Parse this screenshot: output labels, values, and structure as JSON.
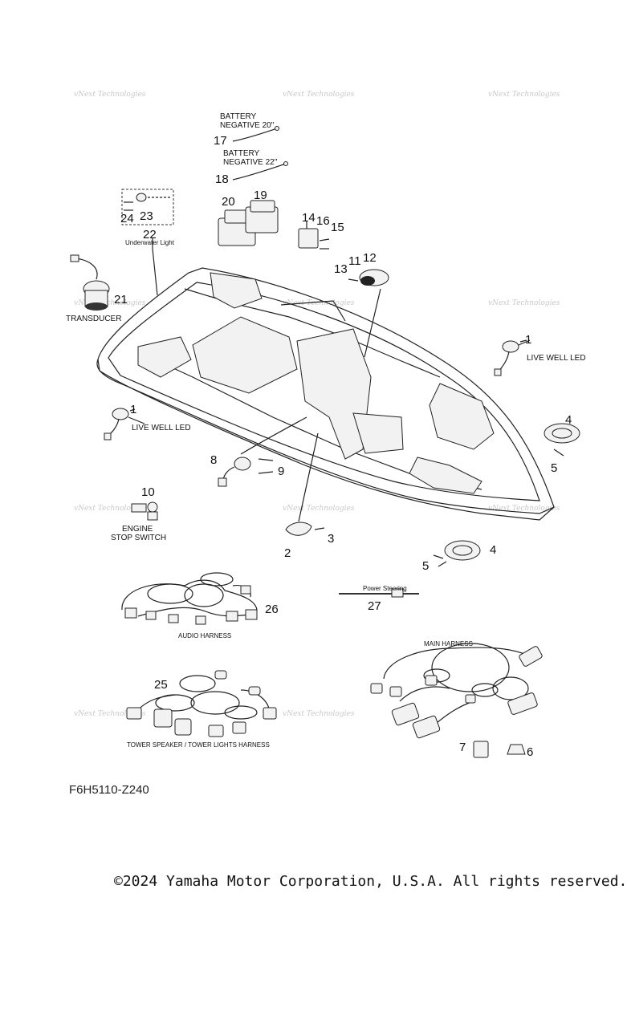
{
  "callouts": [
    "1",
    "1",
    "2",
    "3",
    "4",
    "4",
    "5",
    "5",
    "6",
    "7",
    "8",
    "9",
    "10",
    "11",
    "12",
    "13",
    "14",
    "15",
    "16",
    "17",
    "18",
    "19",
    "20",
    "21",
    "22",
    "23",
    "24",
    "25",
    "26",
    "27"
  ],
  "labels": {
    "battery_neg_20": [
      "BATTERY",
      "NEGATIVE 20\""
    ],
    "battery_neg_22": [
      "BATTERY",
      "NEGATIVE 22\""
    ],
    "underwater_light": "Underwater Light",
    "transducer": "TRANSDUCER",
    "live_well_led_right": "LIVE WELL LED",
    "live_well_led_left": "LIVE WELL LED",
    "engine_stop_switch": [
      "ENGINE",
      "STOP SWITCH"
    ],
    "power_steering": "Power Steering",
    "audio_harness": "AUDIO HARNESS",
    "main_harness": "MAIN HARNESS",
    "tower_harness": "TOWER SPEAKER / TOWER LIGHTS HARNESS"
  },
  "watermark": "vNext Technologies",
  "diagram_code": "F6H5110-Z240",
  "copyright": "©2024 Yamaha Motor Corporation, U.S.A. All rights reserved."
}
